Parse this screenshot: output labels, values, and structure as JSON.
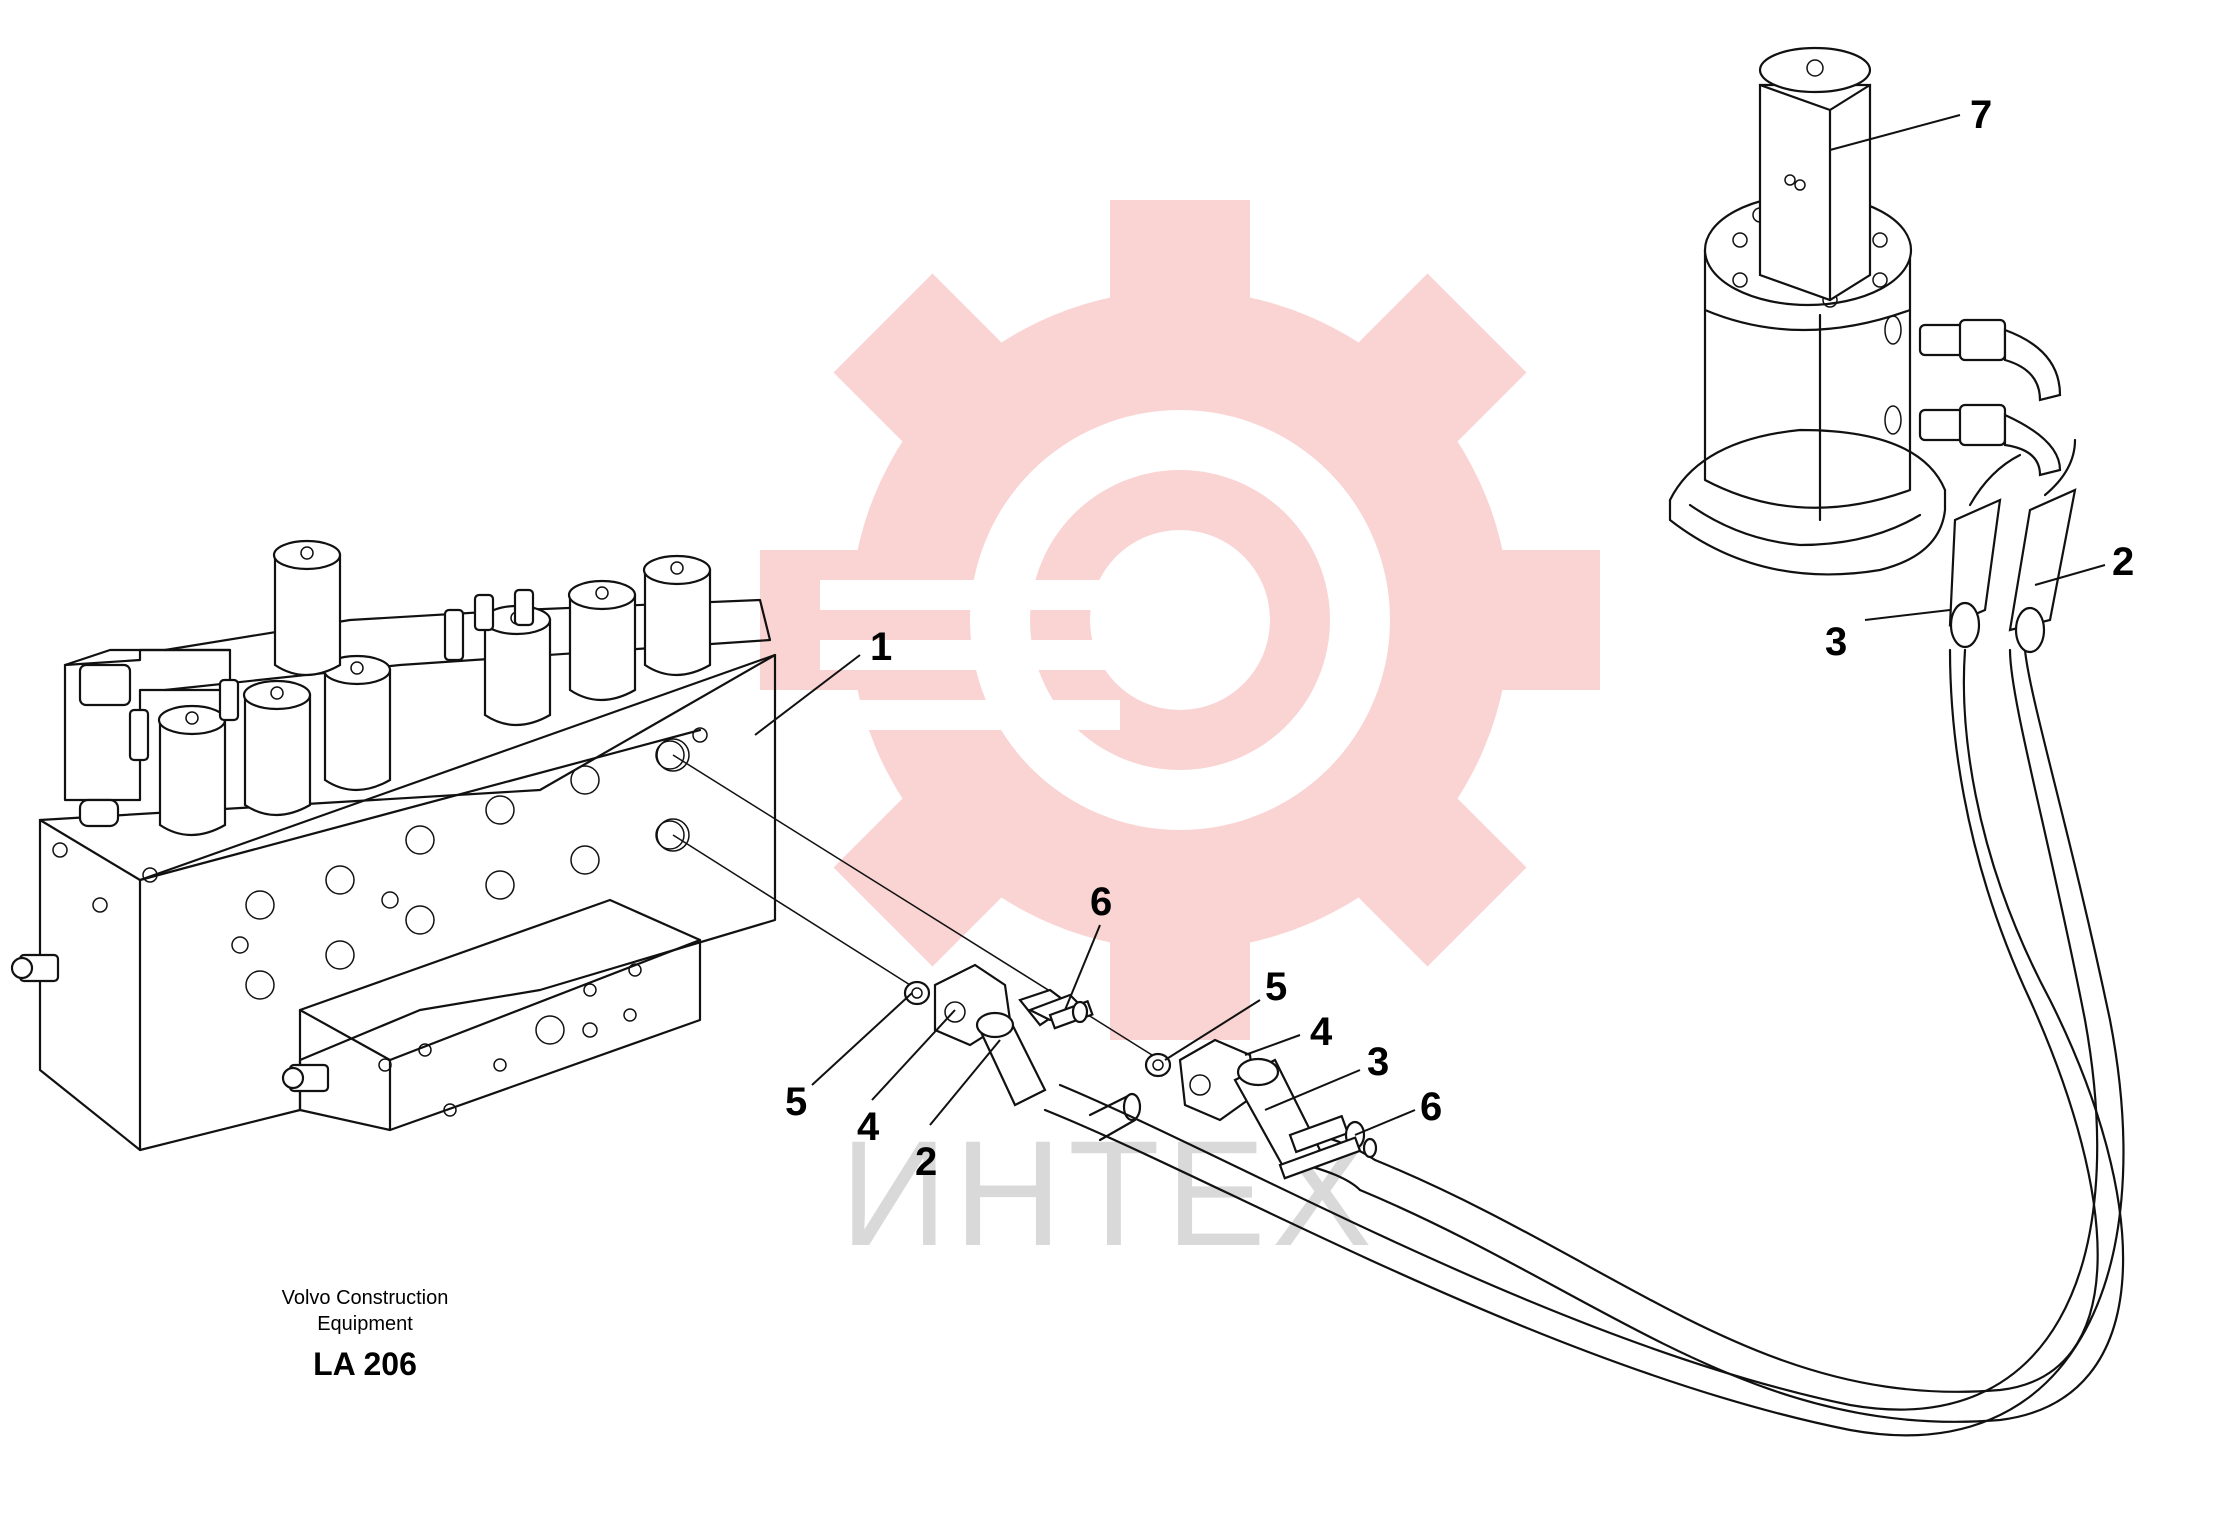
{
  "callouts": [
    {
      "id": "c1",
      "label": "1"
    },
    {
      "id": "c2a",
      "label": "2"
    },
    {
      "id": "c2b",
      "label": "2"
    },
    {
      "id": "c3a",
      "label": "3"
    },
    {
      "id": "c3b",
      "label": "3"
    },
    {
      "id": "c4a",
      "label": "4"
    },
    {
      "id": "c4b",
      "label": "4"
    },
    {
      "id": "c5a",
      "label": "5"
    },
    {
      "id": "c5b",
      "label": "5"
    },
    {
      "id": "c6a",
      "label": "6"
    },
    {
      "id": "c6b",
      "label": "6"
    },
    {
      "id": "c7",
      "label": "7"
    }
  ],
  "caption": {
    "line1": "Volvo Construction",
    "line2": "Equipment",
    "code": "LA 206"
  },
  "watermark": {
    "text": "ИНТЕХ",
    "gear_color": "#f4b8b8",
    "text_color": "#d9d9d9"
  }
}
